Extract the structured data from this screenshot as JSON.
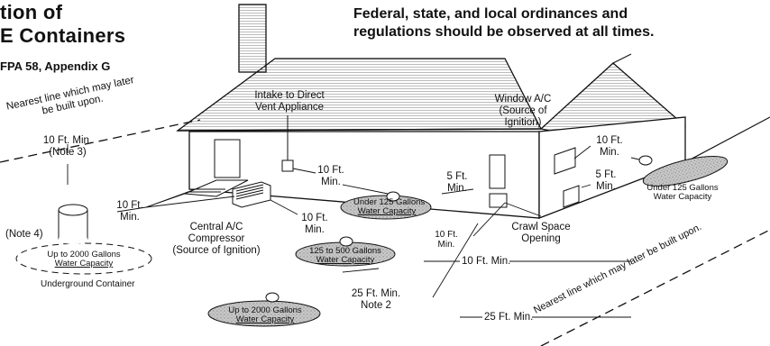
{
  "title": {
    "line1": "tion of",
    "line2": "E Containers",
    "source": "FPA 58, Appendix G"
  },
  "notice": {
    "line1": "Federal, state, and local ordinances and",
    "line2": "regulations should be observed at all times."
  },
  "labels": {
    "nearest_line_top_1": "Nearest line which may later",
    "nearest_line_top_2": "be built upon.",
    "nearest_line_bottom": "Nearest line which may later be built upon.",
    "intake_1": "Intake to Direct",
    "intake_2": "Vent Appliance",
    "window_ac_1": "Window A/C",
    "window_ac_2": "(Source of",
    "window_ac_3": "Ignition)",
    "ten_min_note3_1": "10 Ft. Min.",
    "ten_min_note3_2": "(Note 3)",
    "ten_ft_left_1": "10 Ft.",
    "ten_ft_left_2": "Min.",
    "ten_ft_intake_1": "10 Ft.",
    "ten_ft_intake_2": "Min.",
    "five_ft_front_1": "5 Ft.",
    "five_ft_front_2": "Min.",
    "ten_ft_window_1": "10 Ft.",
    "ten_ft_window_2": "Min.",
    "five_ft_side_1": "5 Ft.",
    "five_ft_side_2": "Min.",
    "central_ac_1": "Central A/C",
    "central_ac_2": "Compressor",
    "central_ac_3": "(Source of Ignition)",
    "ten_ft_compressor_1": "10 Ft.",
    "ten_ft_compressor_2": "Min.",
    "ten_ft_crawl_1": "10 Ft.",
    "ten_ft_crawl_2": "Min.",
    "crawl_1": "Crawl Space",
    "crawl_2": "Opening",
    "ten_ft_min_line": "10 Ft. Min.",
    "twentyfive_1": "25 Ft. Min.",
    "twentyfive_2": "Note 2",
    "twentyfive_line": "25 Ft. Min.",
    "note4": "(Note 4)",
    "underground": "Underground Container"
  },
  "tanks": {
    "under125_front_1": "Under 125 Gallons",
    "under125_front_2": "Water Capacity",
    "under125_side_1": "Under 125 Gallons",
    "under125_side_2": "Water Capacity",
    "range_1": "125 to 500 Gallons",
    "range_2": "Water Capacity",
    "upto2000_1": "Up to 2000 Gallons",
    "upto2000_2": "Water Capacity",
    "underground_1": "Up to 2000 Gallons",
    "underground_2": "Water Capacity"
  },
  "colors": {
    "ink": "#111111",
    "tank_fill": "#bdbdbd",
    "background": "#ffffff"
  }
}
